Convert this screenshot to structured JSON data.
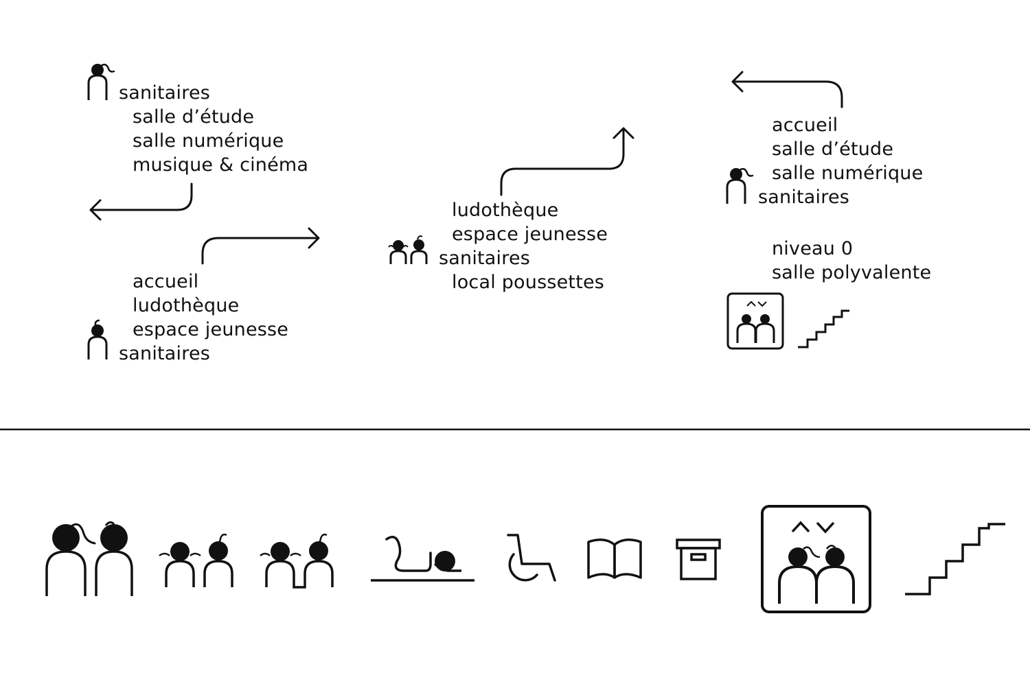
{
  "sign_left_top": {
    "line1": "sanitaires",
    "line2": "salle d’étude",
    "line3": "salle numérique",
    "line4": "musique & cinéma"
  },
  "sign_left_bottom": {
    "line1": "accueil",
    "line2": "ludothèque",
    "line3": "espace jeunesse",
    "line4": "sanitaires"
  },
  "sign_middle": {
    "line1": "ludothèque",
    "line2": "espace jeunesse",
    "line3": "sanitaires",
    "line4": "local poussettes"
  },
  "sign_right_top": {
    "line1": "accueil",
    "line2": "salle d’étude",
    "line3": "salle numérique",
    "line4": "sanitaires"
  },
  "sign_right_bottom": {
    "line1": "niveau 0",
    "line2": "salle polyvalente"
  },
  "pictograms": [
    {
      "icon": "toilets-adult-icon"
    },
    {
      "icon": "toilets-children-icon"
    },
    {
      "icon": "toilets-children-alt-icon"
    },
    {
      "icon": "stroller-parking-icon"
    },
    {
      "icon": "wheelchair-icon"
    },
    {
      "icon": "book-icon"
    },
    {
      "icon": "archive-box-icon"
    },
    {
      "icon": "elevator-icon"
    },
    {
      "icon": "stairs-icon"
    }
  ],
  "colors": {
    "ink": "#111111",
    "background": "#ffffff"
  }
}
